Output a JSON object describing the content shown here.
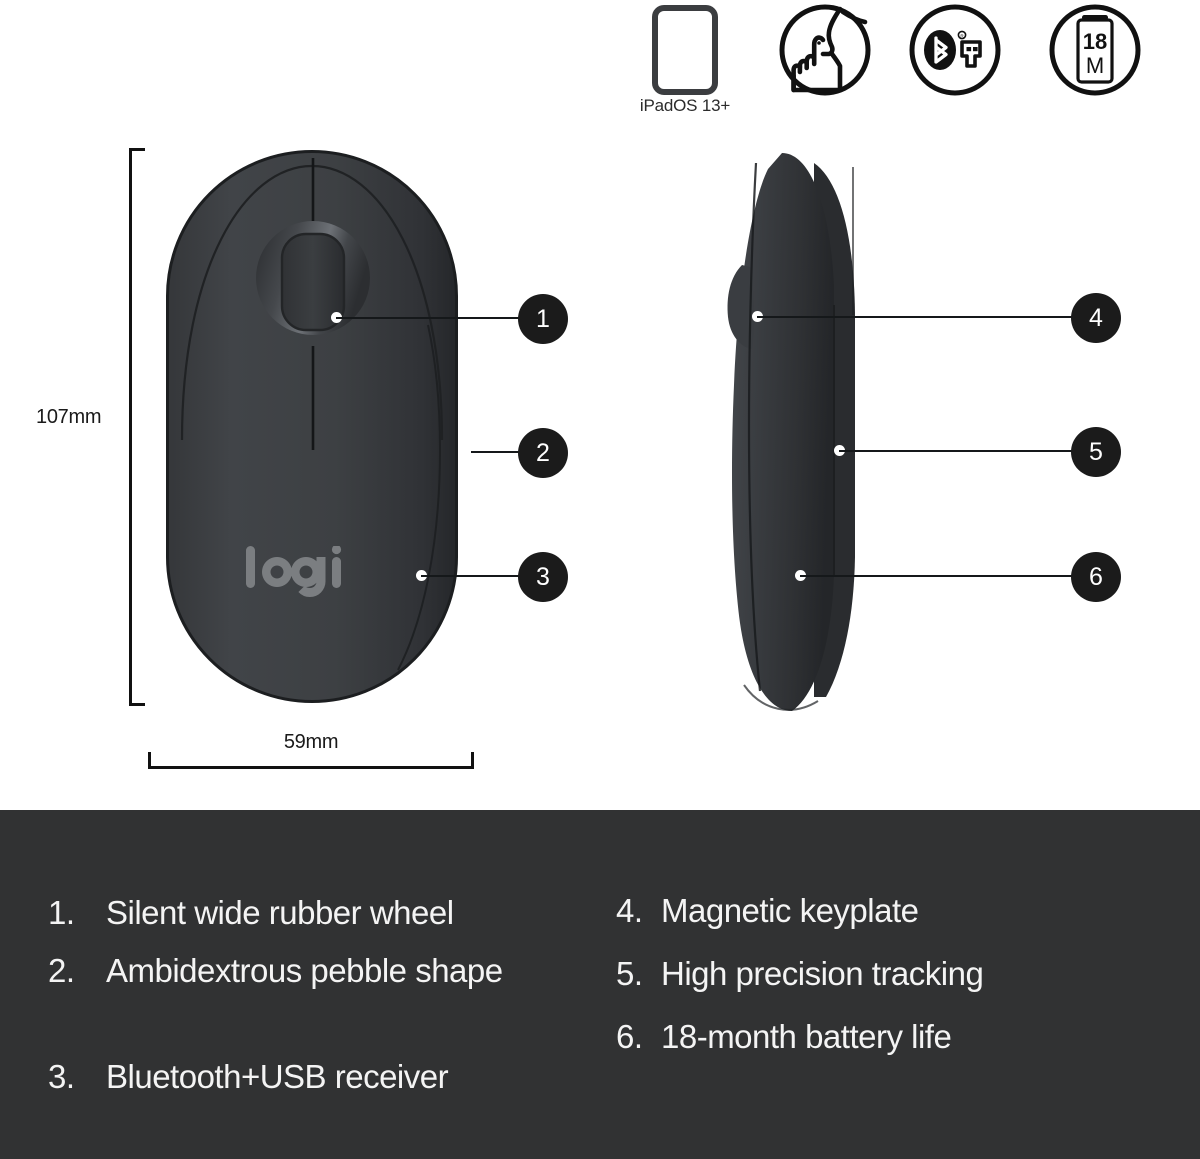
{
  "product": {
    "brand_logo_text": "logi",
    "view_top_name": "mouse-top-view",
    "view_side_name": "mouse-side-view",
    "body_color": "#3e4043",
    "body_color_dark": "#303235",
    "logo_color": "#7b7e81"
  },
  "feature_icons": [
    {
      "id": "tablet-ipados-icon",
      "caption": "iPadOS 13+"
    },
    {
      "id": "silent-click-icon",
      "caption": ""
    },
    {
      "id": "bluetooth-usb-receiver-icon",
      "caption": ""
    },
    {
      "id": "battery-18-month-icon",
      "caption": "",
      "battery_number": "18",
      "battery_unit": "M"
    }
  ],
  "dimensions": {
    "height_label": "107mm",
    "width_label": "59mm"
  },
  "callouts": [
    {
      "number": "1"
    },
    {
      "number": "2"
    },
    {
      "number": "3"
    },
    {
      "number": "4"
    },
    {
      "number": "5"
    },
    {
      "number": "6"
    }
  ],
  "legend": {
    "background_color": "#313233",
    "text_color": "#f4f4f4",
    "left_column": [
      {
        "num": "1.",
        "text": "Silent wide rubber wheel"
      },
      {
        "num": "2.",
        "text": "Ambidextrous pebble shape"
      },
      {
        "num": "3.",
        "text": "Bluetooth+USB receiver"
      }
    ],
    "right_column": [
      {
        "num": "4.",
        "text": "Magnetic keyplate"
      },
      {
        "num": "5.",
        "text": "High precision tracking"
      },
      {
        "num": "6.",
        "text": "18-month battery life"
      }
    ]
  }
}
